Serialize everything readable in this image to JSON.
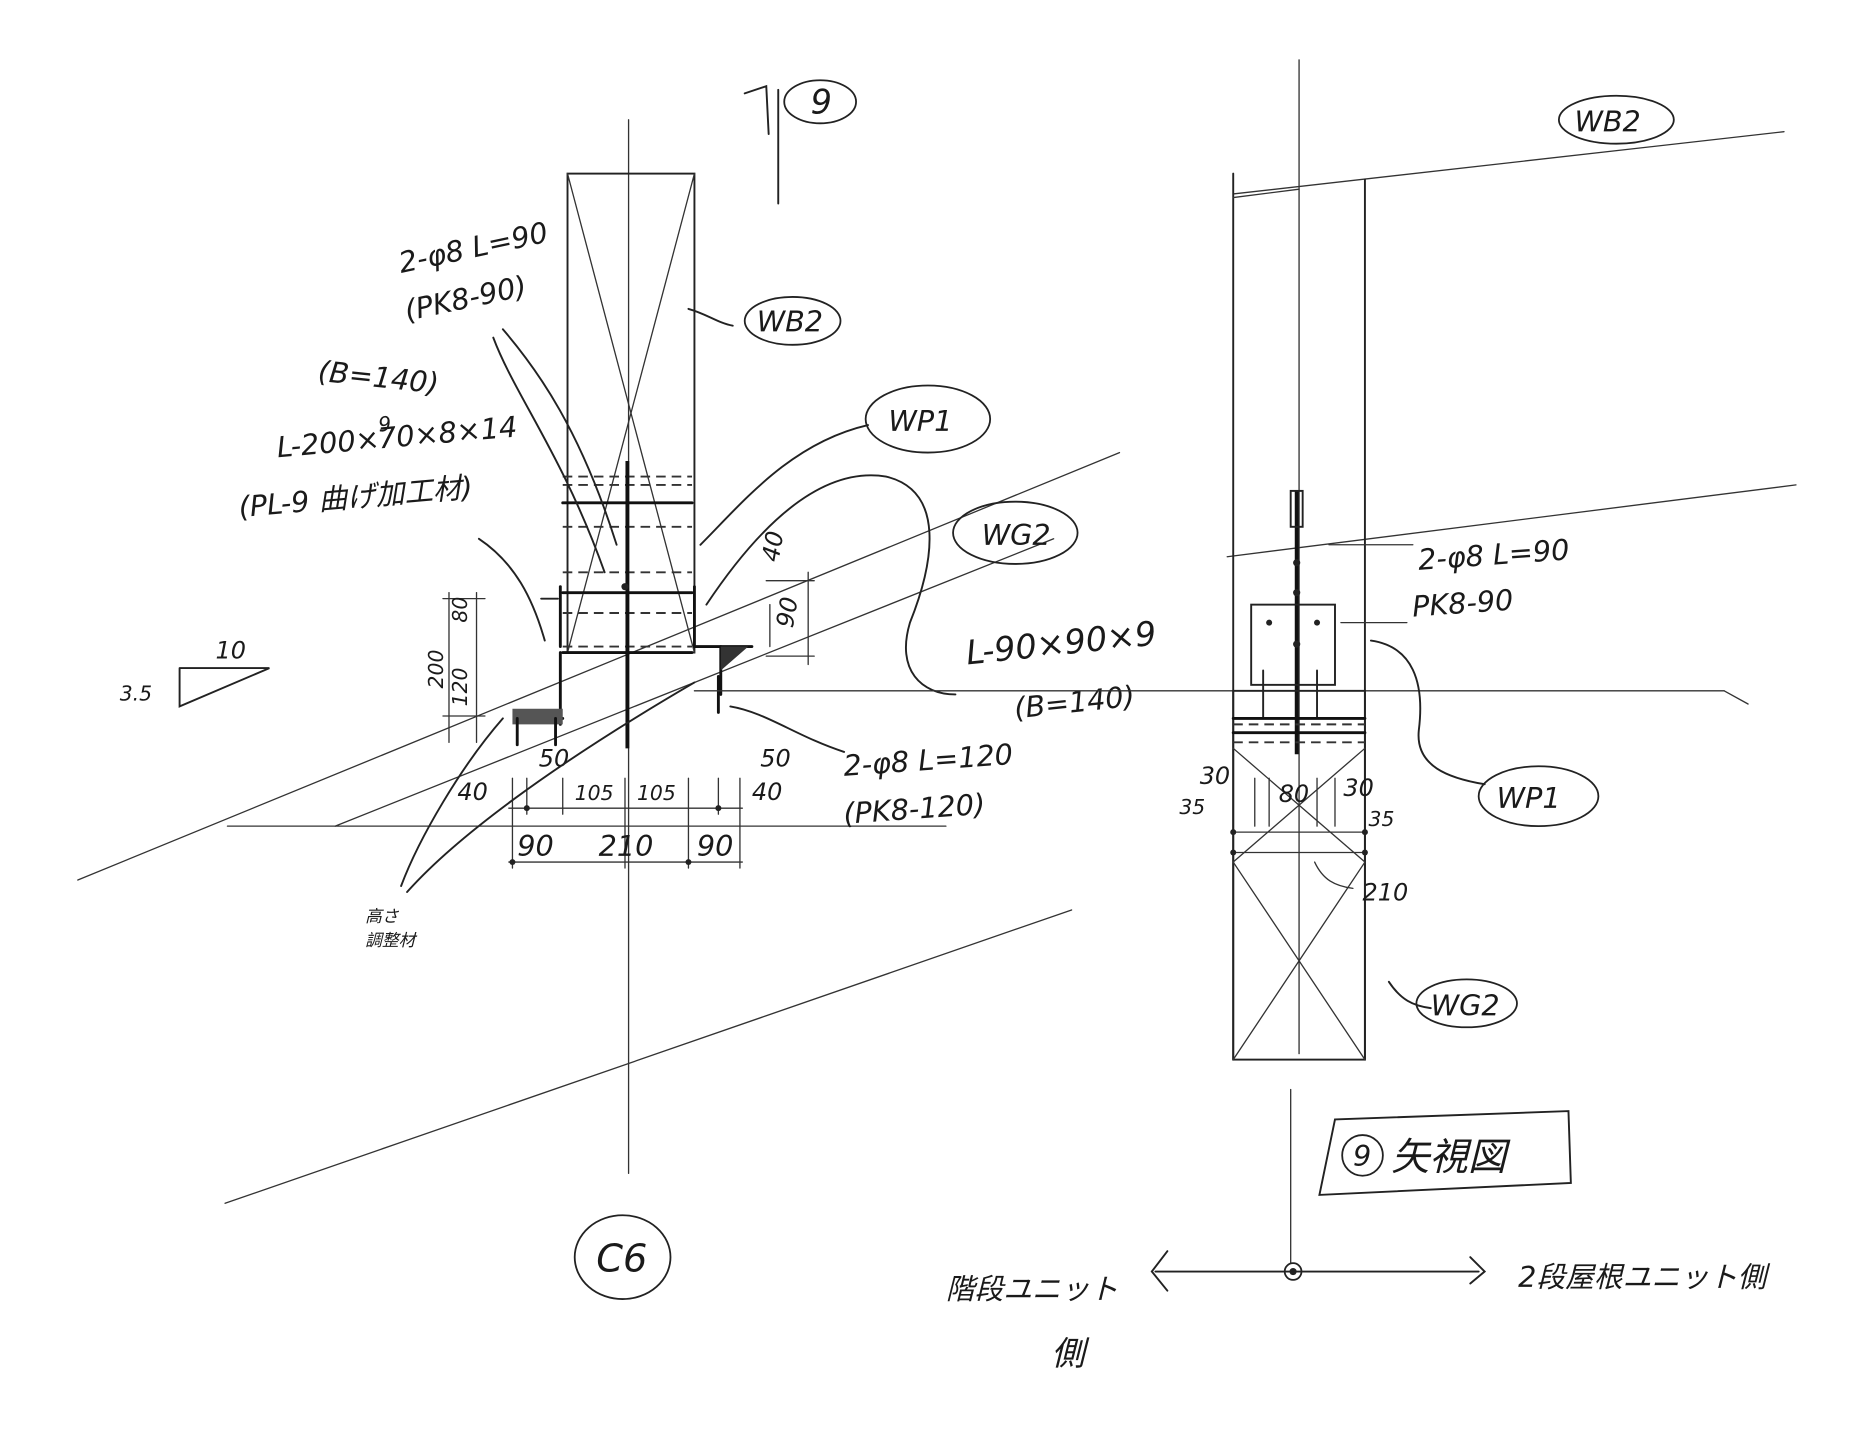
{
  "labels": {
    "grid_9_top": "9",
    "wb2_left": "WB2",
    "wb2_right": "WB2",
    "wp1_left": "WP1",
    "wp1_right": "WP1",
    "wg2_left": "WG2",
    "wg2_right": "WG2",
    "c6": "C6",
    "title_circle": "9",
    "title_text": "矢視図"
  },
  "notes": {
    "bolt_top_1": "2-φ8 L=90",
    "bolt_top_2": "(PK8-90)",
    "plate_b": "(B=140)",
    "plate_l_prefix": "L-200×",
    "plate_l_super": "9",
    "plate_l_sub": "70",
    "plate_l_suffix": "×8×14",
    "plate_pl": "(PL-9 曲げ加工材)",
    "angle_l": "L-90×90×9",
    "angle_b": "(B=140)",
    "bolt_bot_1": "2-φ8 L=120",
    "bolt_bot_2": "(PK8-120)",
    "bolt_right_1": "2-φ8 L=90",
    "bolt_right_2": "PK8-90",
    "shim_1": "高さ",
    "shim_2": "調整材",
    "left_unit_1": "階段ユニット",
    "left_unit_2": "側",
    "right_unit": "2段屋根ユニット側"
  },
  "dims": {
    "d40_top": "40",
    "d90_right": "90",
    "d200": "200",
    "d80": "80",
    "d120": "120",
    "slope_10": "10",
    "slope_35": "3.5",
    "d40_left": "40",
    "d50_left": "50",
    "d105_a": "105",
    "d105_b": "105",
    "d50_right": "50",
    "d40_right": "40",
    "d90_a": "90",
    "d210": "210",
    "d90_b": "90",
    "r30_left": "30",
    "r30_right": "30",
    "r80": "80",
    "r35_left": "35",
    "r35_right": "35",
    "r210": "210"
  }
}
